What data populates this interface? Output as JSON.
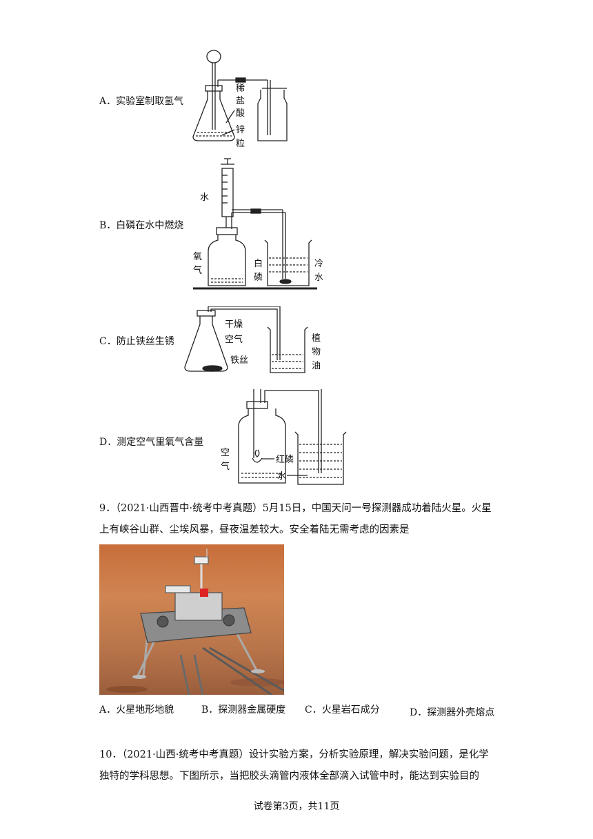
{
  "options_q8": [
    {
      "label": "A．实验室制取氢气",
      "annotations": [
        "稀",
        "盐",
        "酸",
        "锌",
        "粒"
      ]
    },
    {
      "label": "B．白磷在水中燃烧",
      "annotations": [
        "水",
        "氧",
        "气",
        "白",
        "磷",
        "冷",
        "水"
      ]
    },
    {
      "label": "C．防止铁丝生锈",
      "annotations": [
        "干燥",
        "空气",
        "铁丝",
        "植",
        "物",
        "油"
      ]
    },
    {
      "label": "D．测定空气里氧气含量",
      "annotations": [
        "空",
        "气",
        "红磷",
        "水"
      ]
    }
  ],
  "q9": {
    "text": "9．（2021·山西晋中·统考中考真题）5月15日，中国天问一号探测器成功着陆火星。火星上有峡谷山群、尘埃风暴，昼夜温差较大。安全着陆无需考虑的因素是",
    "choices": [
      "A．火星地形地貌",
      "B．探测器金属硬度",
      "C．火星岩石成分",
      "D．探测器外壳熔点"
    ]
  },
  "q10": {
    "text": "10．（2021·山西·统考中考真题）设计实验方案，分析实验原理，解决实验问题，是化学独特的学科思想。下图所示，当把胶头滴管内液体全部滴入试管中时，能达到实验目的"
  },
  "footer": "试卷第3页，共11页"
}
